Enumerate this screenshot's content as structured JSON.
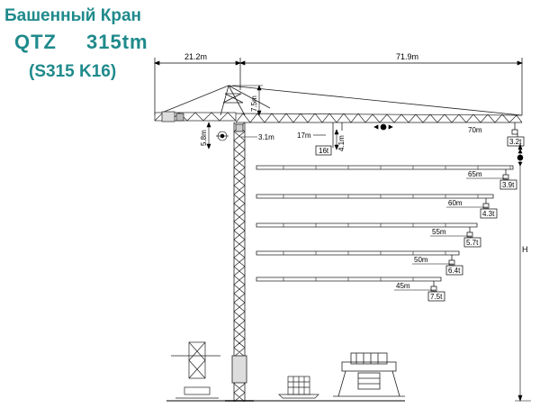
{
  "header": {
    "title_ru": "Башенный Кран",
    "model_prefix": "QTZ",
    "model_capacity": "315tm",
    "model_code": "(S315 K16)"
  },
  "colors": {
    "title": "#1f8a8c",
    "line": "#000000",
    "truss": "#333333"
  },
  "dimensions": {
    "counter_jib": "21.2m",
    "jib": "71.9m",
    "apex_height": "7.5m",
    "counter_jib_height": "5.8m",
    "trolley_offset": "3.1m",
    "min_radius": "17m",
    "trolley_drop": "4.1m",
    "height_label": "H"
  },
  "load_chart": {
    "min_radius_load": "16t",
    "configs": [
      {
        "radius": "70m",
        "load": "3.2t"
      },
      {
        "radius": "65m",
        "load": "3.9t"
      },
      {
        "radius": "60m",
        "load": "4.3t"
      },
      {
        "radius": "55m",
        "load": "5.7t"
      },
      {
        "radius": "50m",
        "load": "6.4t"
      },
      {
        "radius": "45m",
        "load": "7.5t"
      }
    ]
  }
}
